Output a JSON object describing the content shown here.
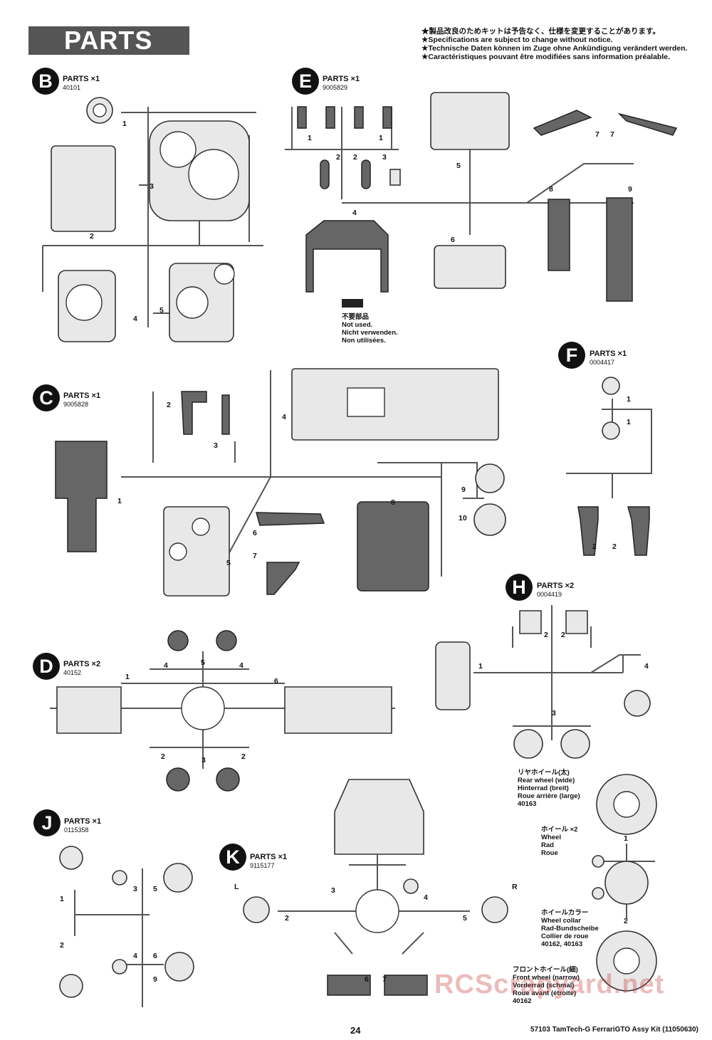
{
  "header": {
    "title": "PARTS"
  },
  "notice": [
    "★製品改良のためキットは予告なく、仕様を変更することがあります。",
    "★Specifications are subject to change without notice.",
    "★Technische Daten können im Zuge ohne Ankündigung verändert werden.",
    "★Caractéristiques pouvant être modifiées sans information préalable."
  ],
  "parts": {
    "B": {
      "letter": "B",
      "title": "PARTS ×1",
      "code": "40101",
      "numbers": [
        "1",
        "2",
        "3",
        "4",
        "5"
      ]
    },
    "E": {
      "letter": "E",
      "title": "PARTS ×1",
      "code": "9005829",
      "numbers": [
        "1",
        "1",
        "2",
        "2",
        "3",
        "4",
        "5",
        "6",
        "7",
        "7",
        "8",
        "9"
      ]
    },
    "C": {
      "letter": "C",
      "title": "PARTS ×1",
      "code": "9005828",
      "numbers": [
        "1",
        "2",
        "3",
        "4",
        "5",
        "6",
        "7",
        "8",
        "9",
        "10"
      ]
    },
    "F": {
      "letter": "F",
      "title": "PARTS ×1",
      "code": "0004417",
      "numbers": [
        "1",
        "1",
        "2",
        "2"
      ]
    },
    "H": {
      "letter": "H",
      "title": "PARTS ×2",
      "code": "0004419",
      "numbers": [
        "1",
        "2",
        "2",
        "3",
        "4"
      ]
    },
    "D": {
      "letter": "D",
      "title": "PARTS ×2",
      "code": "40152",
      "numbers": [
        "1",
        "2",
        "2",
        "3",
        "4",
        "4",
        "5",
        "6"
      ]
    },
    "J": {
      "letter": "J",
      "title": "PARTS ×1",
      "code": "0115358",
      "numbers": [
        "1",
        "2",
        "3",
        "4",
        "5",
        "6",
        "9"
      ]
    },
    "K": {
      "letter": "K",
      "title": "PARTS ×1",
      "code": "9115177",
      "numbers": [
        "2",
        "3",
        "4",
        "5",
        "6",
        "7"
      ],
      "left_mark": "L",
      "right_mark": "R"
    }
  },
  "not_used": [
    "不要部品",
    "Not used.",
    "Nicht verwenden.",
    "Non utilisées."
  ],
  "wheels": {
    "rear": [
      "リヤホイール(太)",
      "Rear wheel (wide)",
      "Hinterrad (breit)",
      "Roue arrière (large)",
      "40163"
    ],
    "wheel": [
      "ホイール ×2",
      "Wheel",
      "Rad",
      "Roue"
    ],
    "collar": [
      "ホイールカラー",
      "Wheel collar",
      "Rad-Bundscheibe",
      "Collier de roue",
      "40162, 40163"
    ],
    "front": [
      "フロントホイール(細)",
      "Front wheel (narrow)",
      "Vorderrad (schmal)",
      "Roue avant (étroite)",
      "40162"
    ],
    "tree_numbers": [
      "1",
      "2"
    ]
  },
  "footer": {
    "page": "24",
    "kit": "57103  TamTech-G FerrariGTO Assy Kit (11050630)"
  },
  "watermark": "RCScrapyard.net"
}
